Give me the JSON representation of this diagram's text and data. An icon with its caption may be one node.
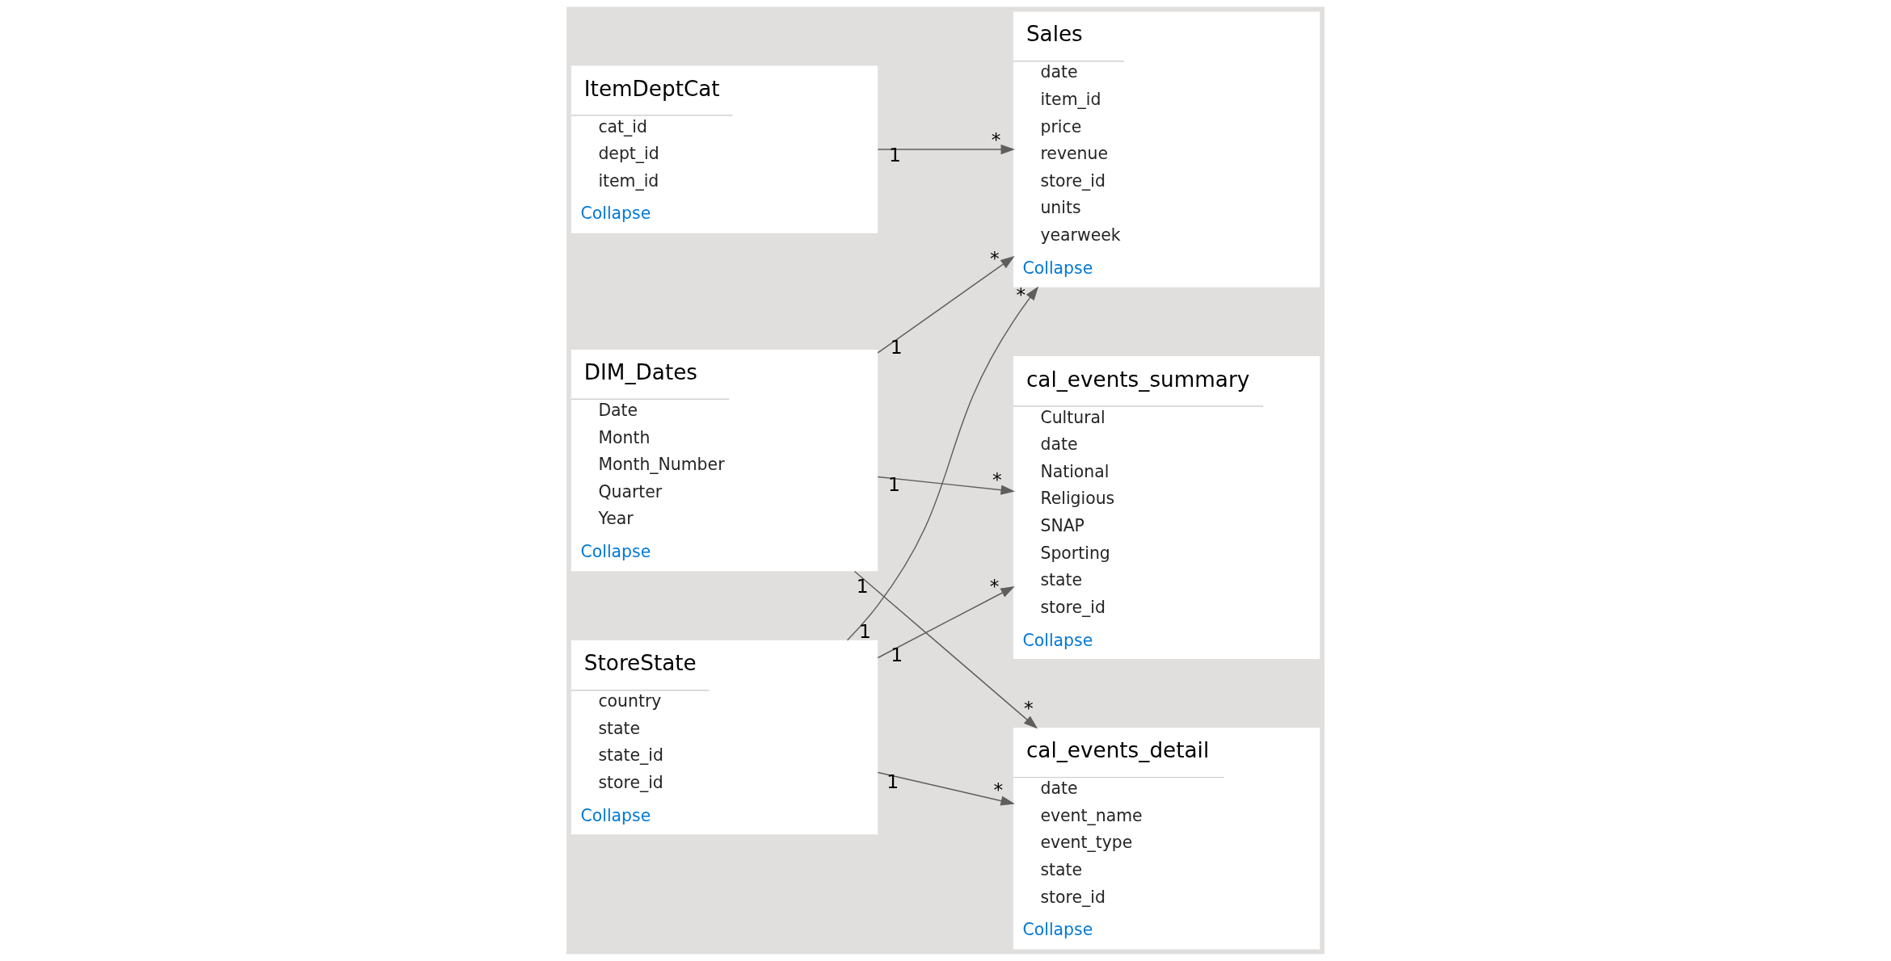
{
  "diagram": {
    "nodes": [
      {
        "text": [
          "Sales",
          "date",
          "item_id",
          "price",
          "revenue",
          "store_id",
          "units",
          "yearweek",
          "Collapse"
        ]
      },
      {
        "text": [
          "cal_events_detail",
          "date",
          "event_name",
          "event_type",
          "state",
          "store_id",
          "Collapse"
        ]
      },
      {
        "text": [
          "cal_events_summary",
          "Cultural",
          "date",
          "National",
          "Religious",
          "SNAP",
          "Sporting",
          "state",
          "store_id",
          "Collapse"
        ]
      },
      {
        "text": [
          "ItemDeptCat",
          "cat_id",
          "dept_id",
          "item_id",
          "Collapse"
        ]
      },
      {
        "text": [
          "StoreState",
          "country",
          "state",
          "state_id",
          "store_id",
          "Collapse"
        ]
      },
      {
        "text": [
          "DIM_Dates",
          "Date",
          "Month",
          "Month_Number",
          "Quarter",
          "Year",
          "Collapse"
        ]
      }
    ],
    "edges": [
      {
        "from": 3,
        "to": 0,
        "arrow": "to"
      },
      {
        "from": 4,
        "to": 0,
        "arrow": "to"
      },
      {
        "from": 4,
        "to": 1,
        "arrow": "to"
      },
      {
        "from": 4,
        "to": 2,
        "arrow": "to"
      },
      {
        "from": 5,
        "to": 1,
        "arrow": "to"
      },
      {
        "from": 5,
        "to": 0,
        "arrow": "to"
      },
      {
        "from": 5,
        "to": 2,
        "arrow": "to"
      }
    ],
    "labels": [
      "1",
      "*",
      "1",
      "*",
      "1",
      "*",
      "1",
      "*",
      "1",
      "*",
      "1",
      "*",
      "1",
      "*"
    ]
  }
}
